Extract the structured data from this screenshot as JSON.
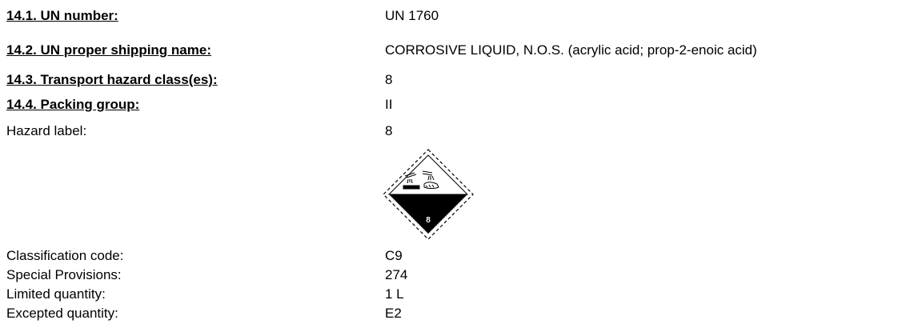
{
  "section": {
    "un_number": {
      "label": "14.1. UN number:",
      "value": "UN 1760"
    },
    "proper_shipping_name": {
      "label": "14.2. UN proper shipping name:",
      "value": "CORROSIVE LIQUID, N.O.S. (acrylic acid; prop-2-enoic acid)"
    },
    "hazard_class": {
      "label": "14.3. Transport hazard class(es):",
      "value": "8"
    },
    "packing_group": {
      "label": "14.4. Packing group:",
      "value": "II"
    }
  },
  "hazard_label": {
    "label": "Hazard label:",
    "value": "8",
    "placard": {
      "icon": "corrosive-class-8-placard",
      "number": "8"
    }
  },
  "details": {
    "classification_code": {
      "label": "Classification code:",
      "value": "C9"
    },
    "special_provisions": {
      "label": "Special Provisions:",
      "value": "274"
    },
    "limited_quantity": {
      "label": "Limited quantity:",
      "value": "1 L"
    },
    "excepted_quantity": {
      "label": "Excepted quantity:",
      "value": "E2"
    }
  }
}
